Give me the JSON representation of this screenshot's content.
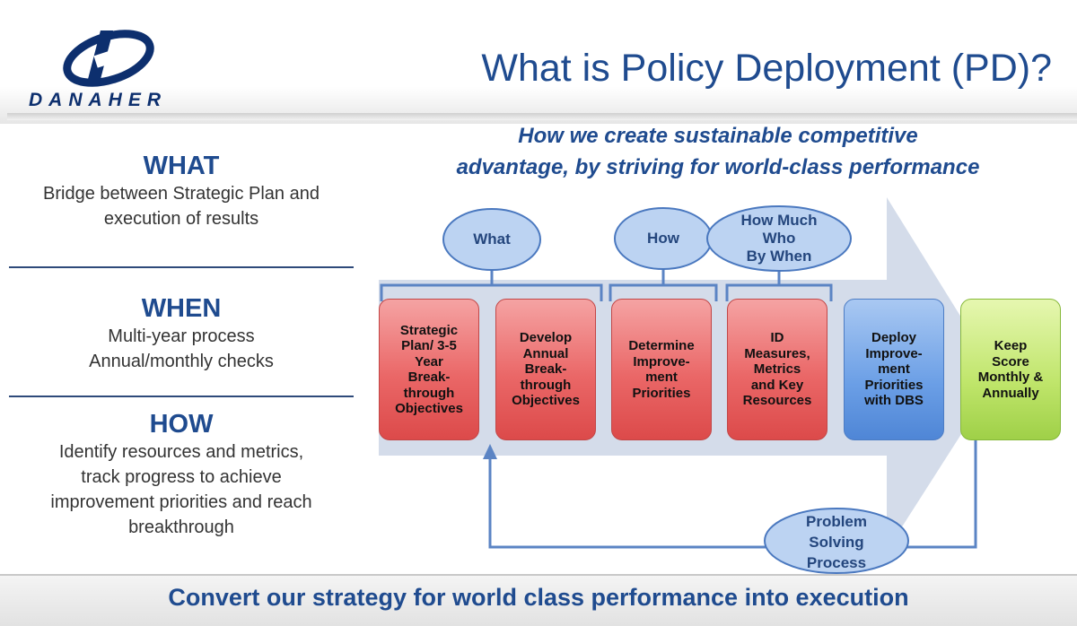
{
  "header": {
    "logo_text": "DANAHER",
    "title": "What is Policy Deployment (PD)?"
  },
  "subtitle": {
    "line1": "How we create sustainable competitive",
    "line2": "advantage, by striving for world-class performance"
  },
  "left": {
    "what": {
      "head": "WHAT",
      "line1": "Bridge between Strategic Plan and",
      "line2": "execution of results"
    },
    "when": {
      "head": "WHEN",
      "line1": "Multi-year process",
      "line2": "Annual/monthly checks"
    },
    "how": {
      "head": "HOW",
      "line1": "Identify resources and metrics,",
      "line2": "track progress to achieve",
      "line3": "improvement priorities and reach",
      "line4": "breakthrough"
    }
  },
  "ovals": {
    "what": "What",
    "how": "How",
    "how_much_1": "How Much",
    "how_much_2": "Who",
    "how_much_3": "By When",
    "problem_1": "Problem",
    "problem_2": "Solving",
    "problem_3": "Process"
  },
  "steps": [
    {
      "lines": [
        "Strategic",
        "Plan/ 3-5",
        "Year",
        "Break-",
        "through",
        "Objectives"
      ],
      "color": "red"
    },
    {
      "lines": [
        "Develop",
        "Annual",
        "Break-",
        "through",
        "Objectives"
      ],
      "color": "red"
    },
    {
      "lines": [
        "Determine",
        "Improve-",
        "ment",
        "Priorities"
      ],
      "color": "red"
    },
    {
      "lines": [
        "ID",
        "Measures,",
        "Metrics",
        "and Key",
        "Resources"
      ],
      "color": "red"
    },
    {
      "lines": [
        "Deploy",
        "Improve-",
        "ment",
        "Priorities",
        "with DBS"
      ],
      "color": "blue"
    },
    {
      "lines": [
        "Keep",
        "Score",
        "Monthly &",
        "Annually"
      ],
      "color": "green"
    }
  ],
  "colors": {
    "brand_blue": "#1f4b8f",
    "arrow": "#cfd8e8",
    "oval_fill": "#bcd3f2",
    "oval_stroke": "#4a78bf",
    "connector": "#5b84c4"
  },
  "footer": "Convert our strategy for world class performance into execution"
}
